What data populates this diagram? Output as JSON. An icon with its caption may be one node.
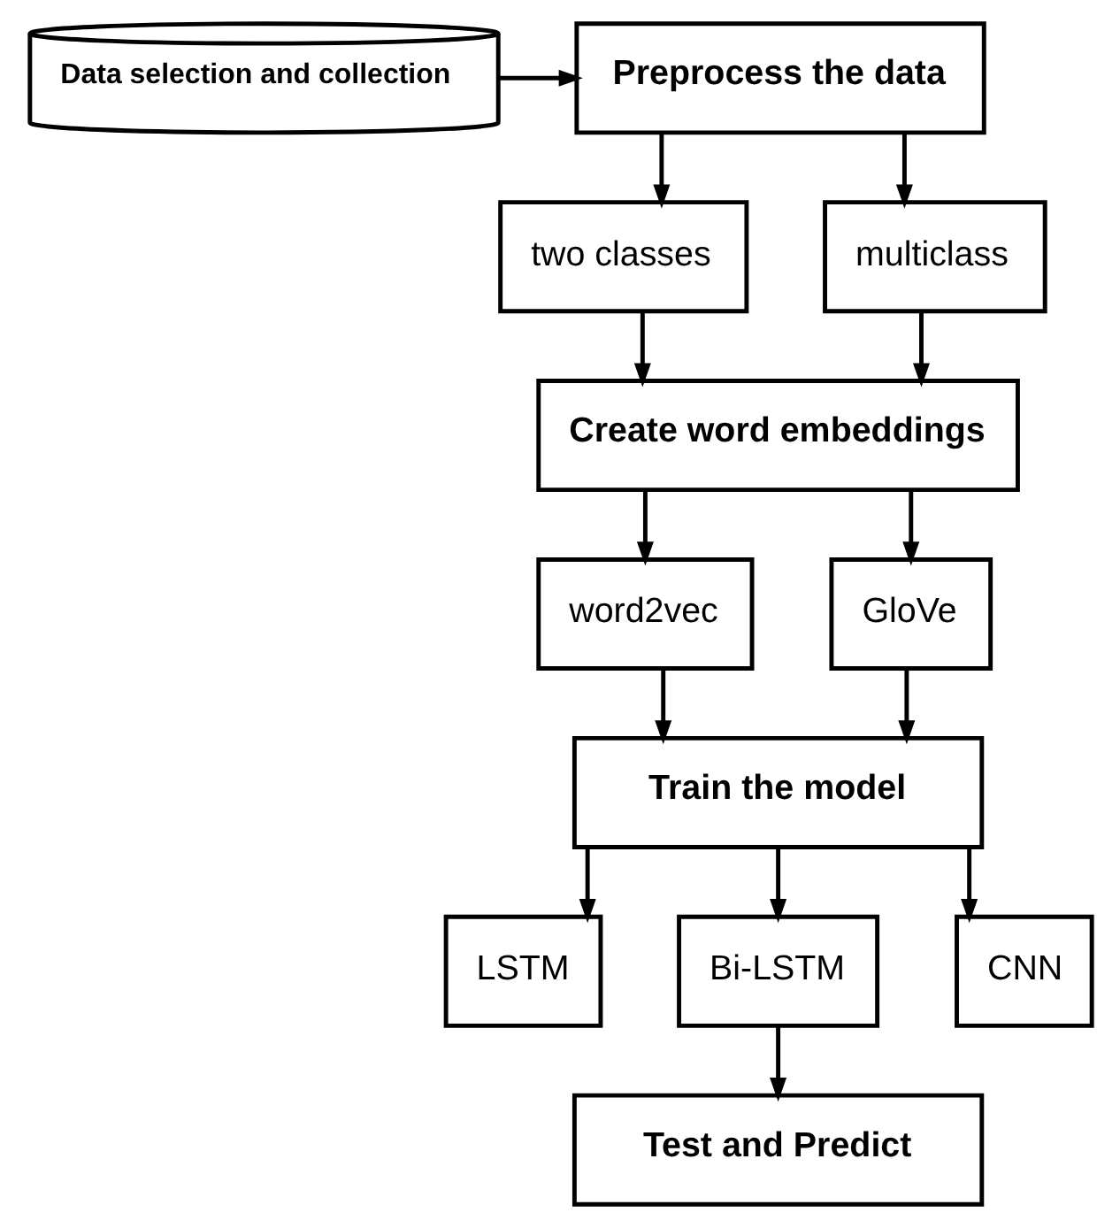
{
  "diagram": {
    "nodes": [
      {
        "text": [
          "Data selection and collection"
        ]
      },
      {
        "text": [
          "Preprocess the data"
        ]
      },
      {
        "text": [
          "two classes"
        ]
      },
      {
        "text": [
          "multiclass"
        ]
      },
      {
        "text": [
          "Create word embeddings"
        ]
      },
      {
        "text": [
          "word2vec"
        ]
      },
      {
        "text": [
          "GloVe"
        ]
      },
      {
        "text": [
          "Train the model"
        ]
      },
      {
        "text": [
          "LSTM"
        ]
      },
      {
        "text": [
          "Bi-LSTM"
        ]
      },
      {
        "text": [
          "CNN"
        ]
      },
      {
        "text": [
          "Test and Predict"
        ]
      }
    ],
    "edges": [
      {
        "from": 0,
        "to": 1,
        "arrow": "to"
      },
      {
        "from": 1,
        "to": 2,
        "arrow": "to"
      },
      {
        "from": 1,
        "to": 3,
        "arrow": "to"
      },
      {
        "from": 2,
        "to": 4,
        "arrow": "to"
      },
      {
        "from": 3,
        "to": 4,
        "arrow": "to"
      },
      {
        "from": 4,
        "to": 5,
        "arrow": "to"
      },
      {
        "from": 4,
        "to": 6,
        "arrow": "to"
      },
      {
        "from": 5,
        "to": 7,
        "arrow": "to"
      },
      {
        "from": 6,
        "to": 7,
        "arrow": "to"
      },
      {
        "from": 7,
        "to": 8,
        "arrow": "to"
      },
      {
        "from": 7,
        "to": 9,
        "arrow": "to"
      },
      {
        "from": 7,
        "to": 10,
        "arrow": "to"
      },
      {
        "from": 9,
        "to": 11,
        "arrow": "to"
      }
    ]
  }
}
